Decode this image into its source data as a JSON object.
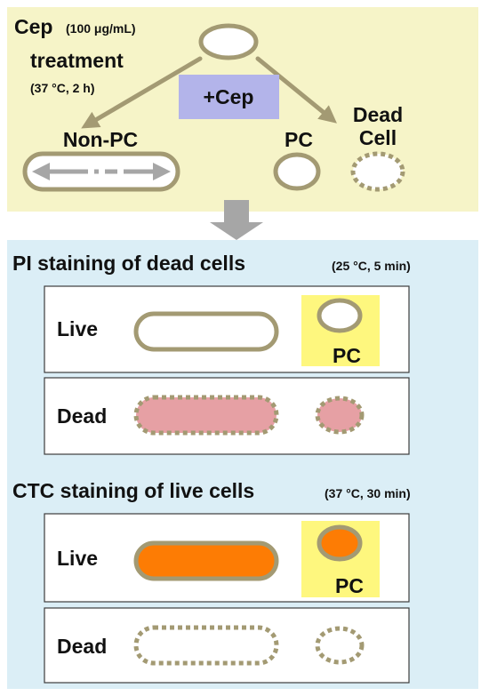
{
  "colors": {
    "top_panel_bg": "#f6f4c8",
    "bottom_panel_bg": "#dbeef6",
    "outline": "#a39a73",
    "cep_box": "#b3b4ea",
    "pc_highlight": "#fef77e",
    "pi_fill": "#e6a0a4",
    "ctc_fill": "#fd7c04",
    "arrow_gray": "#a6a6a6"
  },
  "treatment": {
    "title": "Cep",
    "concentration": "(100 μg/mL)",
    "line2": "treatment",
    "conditions": "(37 °C, 2 h)",
    "cep_label": "+Cep",
    "non_pc_label": "Non-PC",
    "pc_label": "PC",
    "dead_line1": "Dead",
    "dead_line2": "Cell"
  },
  "pi": {
    "title": "PI staining of dead cells",
    "conditions": "(25 °C, 5 min)",
    "live_label": "Live",
    "pc_label": "PC",
    "dead_label": "Dead"
  },
  "ctc": {
    "title": "CTC staining of live cells",
    "conditions": "(37 °C, 30 min)",
    "live_label": "Live",
    "pc_label": "PC",
    "dead_label": "Dead"
  }
}
